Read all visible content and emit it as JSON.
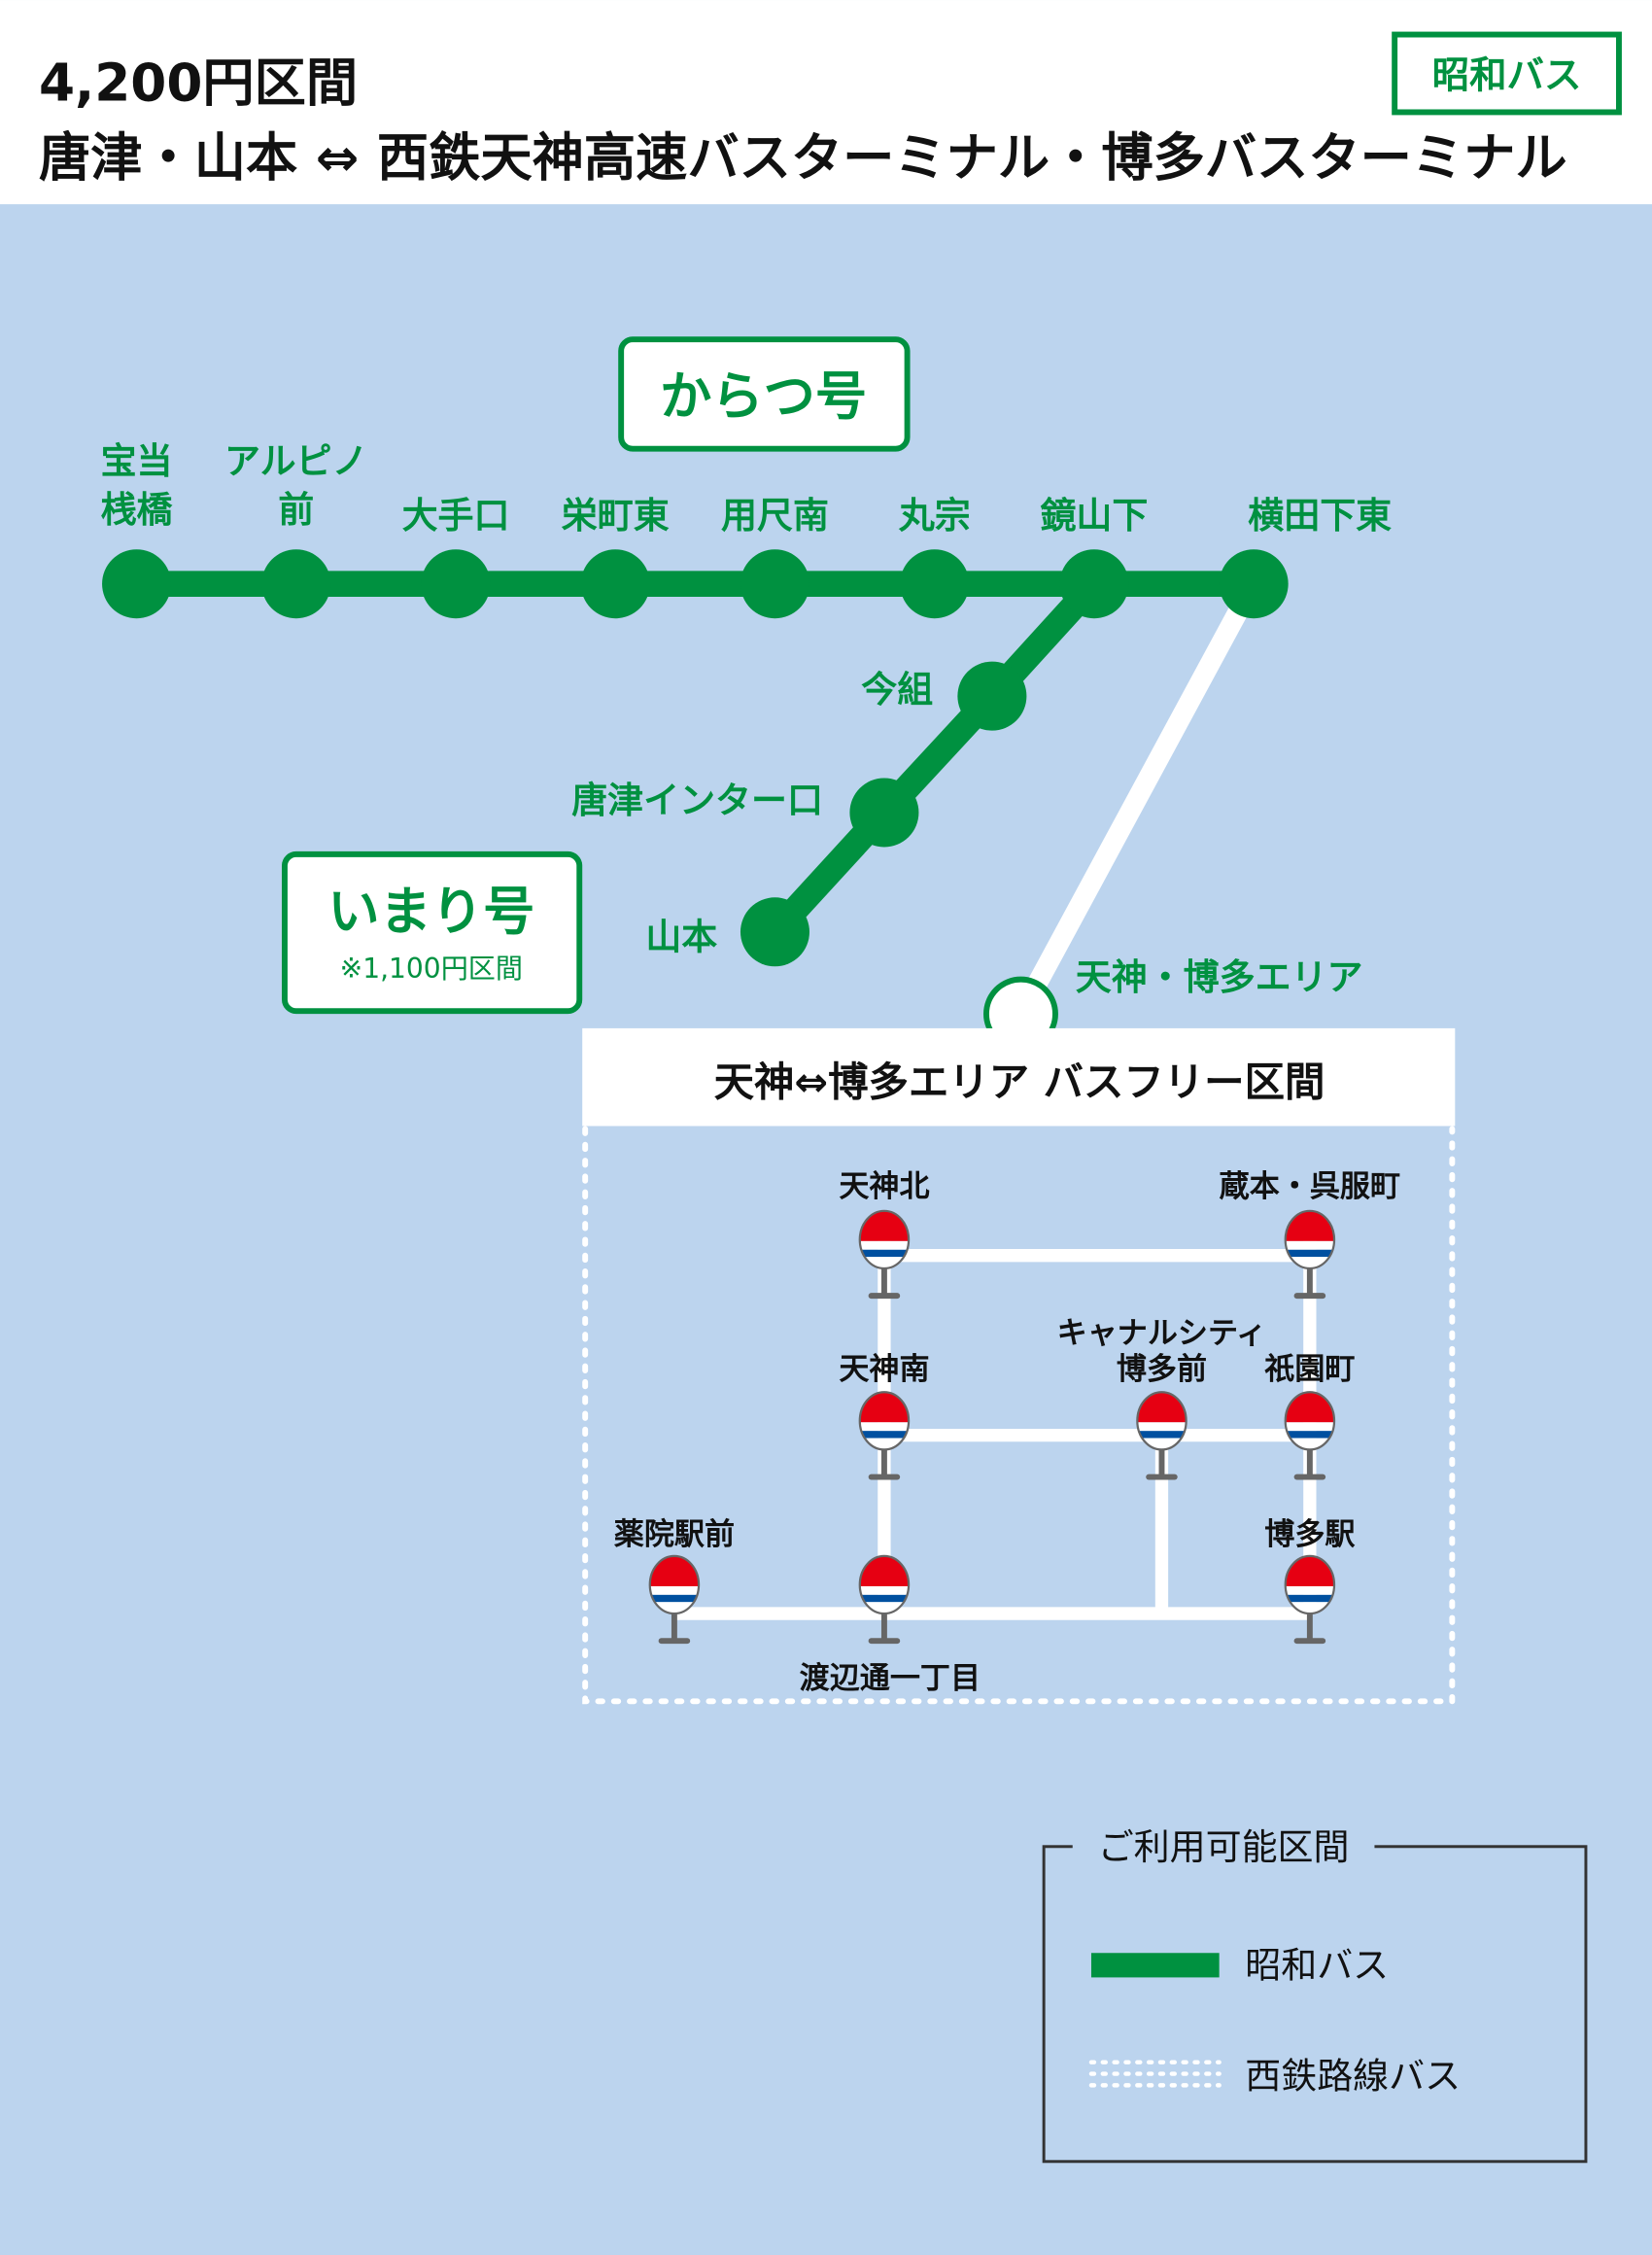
{
  "header": {
    "fare": "4,200円区間",
    "route": "唐津・山本 ⇔ 西鉄天神高速バスターミナル・博多バスターミナル",
    "operator_badge": "昭和バス"
  },
  "colors": {
    "green": "#009140",
    "background": "#bcd4ee",
    "stop_red": "#e60012",
    "stop_blue": "#0050a0"
  },
  "routes": {
    "karatsu": {
      "name": "からつ号"
    },
    "imari": {
      "name": "いまり号",
      "note": "※1,100円区間"
    }
  },
  "main_line": [
    {
      "label": [
        "宝当",
        "桟橋"
      ]
    },
    {
      "label": [
        "アルピノ",
        "前"
      ]
    },
    {
      "label": [
        "大手口"
      ]
    },
    {
      "label": [
        "栄町東"
      ]
    },
    {
      "label": [
        "用尺南"
      ]
    },
    {
      "label": [
        "丸宗"
      ]
    },
    {
      "label": [
        "鏡山下"
      ]
    },
    {
      "label": [
        "横田下東"
      ]
    }
  ],
  "branch_line": [
    {
      "label": "今組"
    },
    {
      "label": "唐津インター口"
    },
    {
      "label": "山本"
    }
  ],
  "terminal": {
    "label": "天神・博多エリア"
  },
  "free_area": {
    "title": "天神⇔博多エリア バスフリー区間",
    "stops": [
      {
        "label": [
          "天神北"
        ]
      },
      {
        "label": [
          "蔵本・呉服町"
        ]
      },
      {
        "label": [
          "天神南"
        ]
      },
      {
        "label": [
          "キャナルシティ",
          "博多前"
        ]
      },
      {
        "label": [
          "祇園町"
        ]
      },
      {
        "label": [
          "薬院駅前"
        ]
      },
      {
        "label": [
          "渡辺通一丁目"
        ]
      },
      {
        "label": [
          "博多駅"
        ]
      }
    ]
  },
  "legend": {
    "title": "ご利用可能区間",
    "items": [
      {
        "label": "昭和バス"
      },
      {
        "label": "西鉄路線バス"
      }
    ]
  }
}
